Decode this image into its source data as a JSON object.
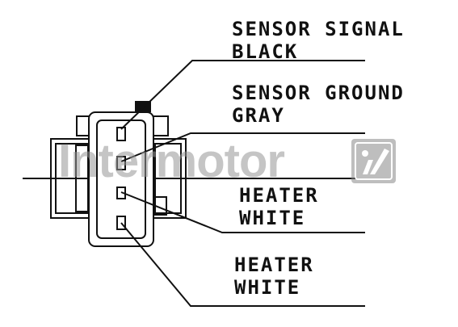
{
  "labels": [
    {
      "line1": "SENSOR SIGNAL",
      "line2": "BLACK"
    },
    {
      "line1": "SENSOR GROUND",
      "line2": "GRAY"
    },
    {
      "line1": "HEATER",
      "line2": "WHITE"
    },
    {
      "line1": "HEATER",
      "line2": "WHITE"
    }
  ],
  "watermark": {
    "text": "Intermotor",
    "logo_icon": "intermotor-logo-icon"
  },
  "colors": {
    "ink": "#111111",
    "watermark": "#969696"
  }
}
